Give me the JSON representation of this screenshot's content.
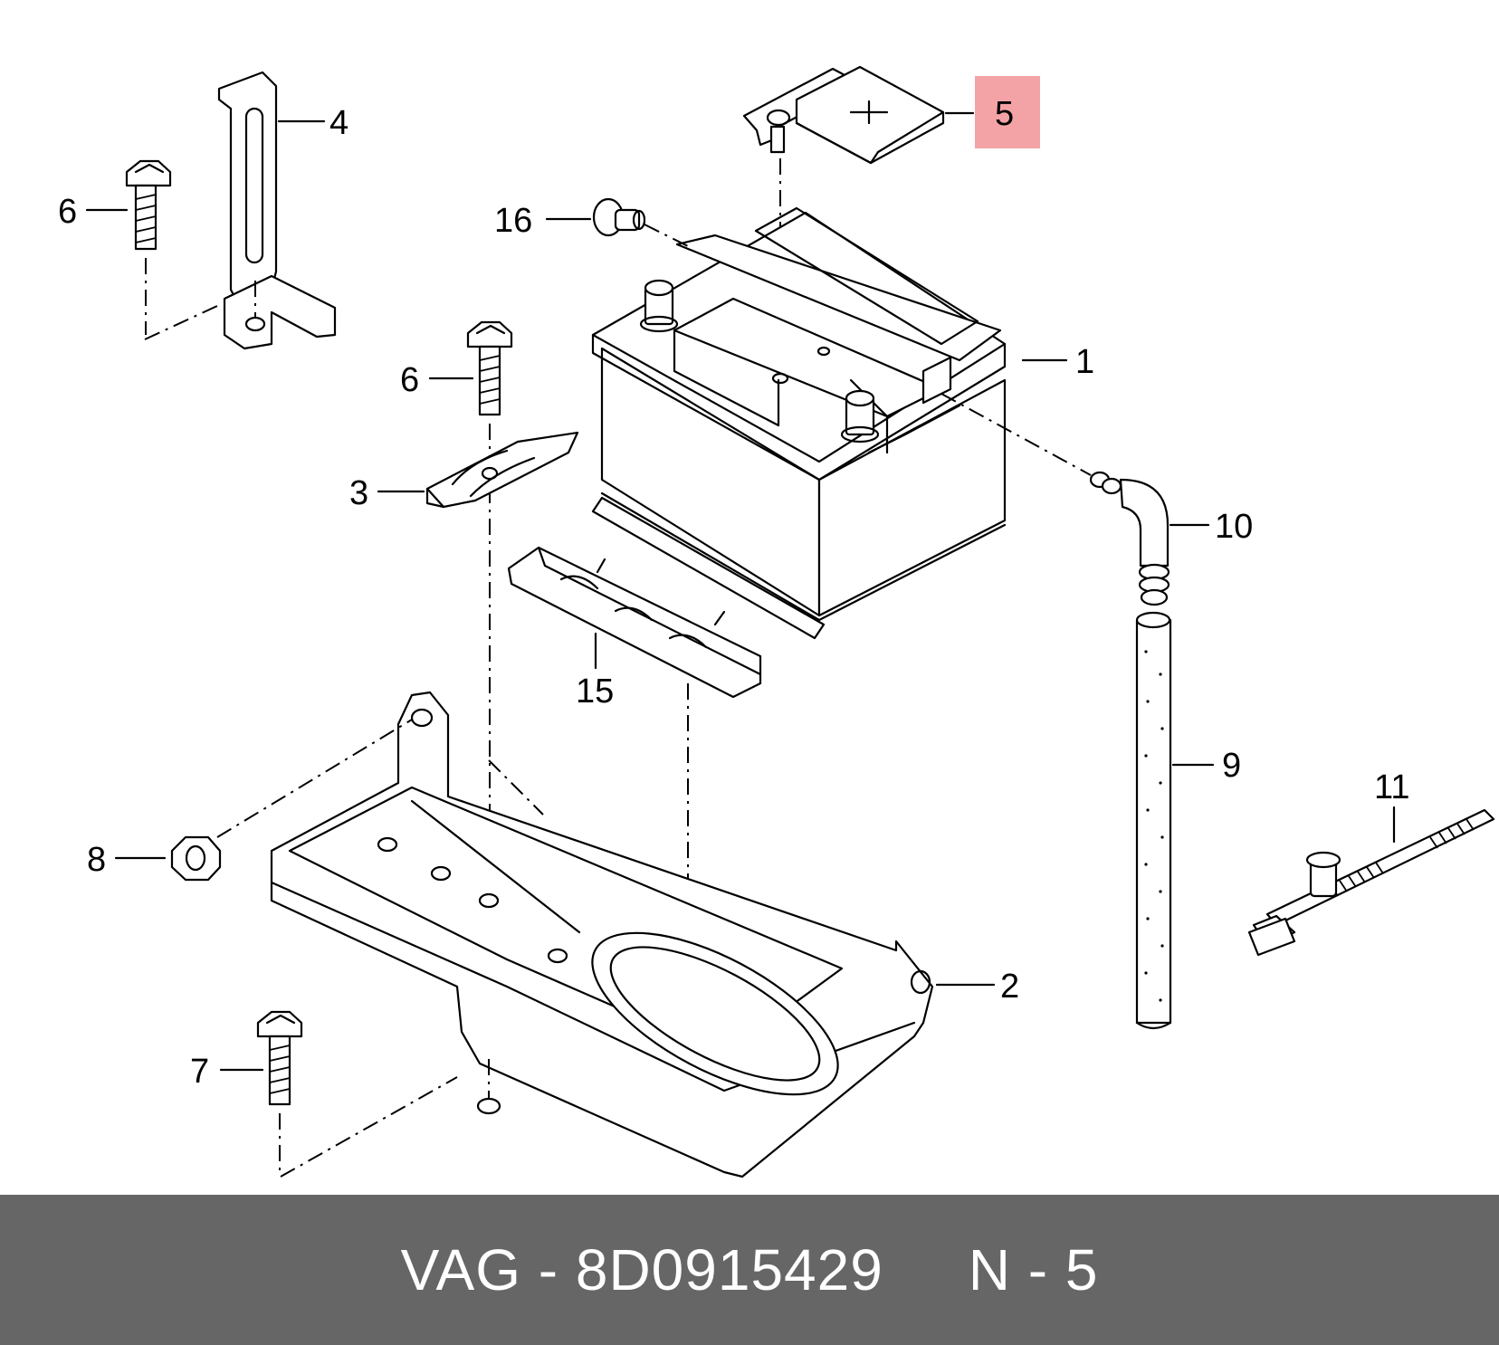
{
  "callouts": {
    "c1": "1",
    "c2": "2",
    "c3": "3",
    "c4": "4",
    "c5": "5",
    "c6a": "6",
    "c6b": "6",
    "c7": "7",
    "c8": "8",
    "c9": "9",
    "c10": "10",
    "c11": "11",
    "c15": "15",
    "c16": "16"
  },
  "highlight": {
    "callout": "5",
    "color": "#f3a3a6"
  },
  "footer": {
    "brand": "VAG",
    "part_number": "8D0915429",
    "position": "N - 5",
    "background": "#666666"
  }
}
